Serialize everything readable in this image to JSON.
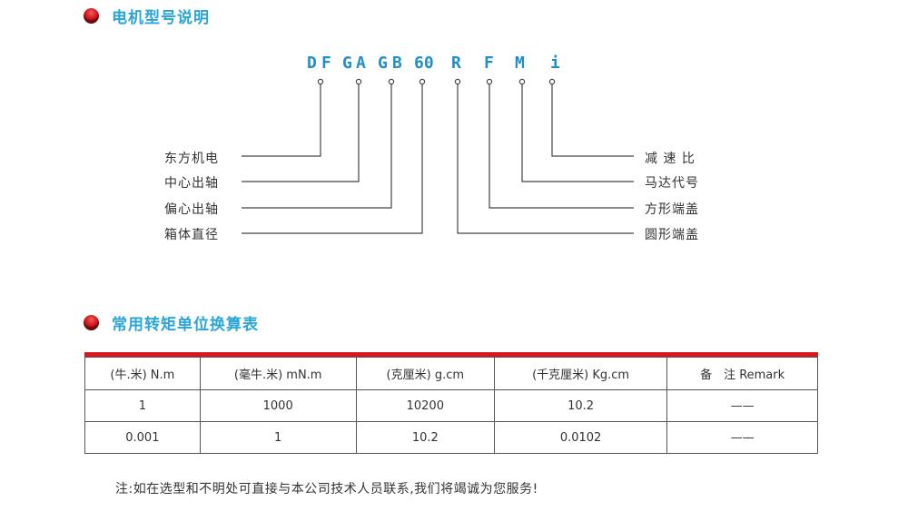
{
  "section1": {
    "title": "电机型号说明"
  },
  "model_code": {
    "chars": [
      "D",
      "F",
      "G",
      "A",
      "G",
      "B",
      "60",
      "R",
      "F",
      "M",
      "i"
    ]
  },
  "left_labels": [
    "东方机电",
    "中心出轴",
    "偏心出轴",
    "箱体直径"
  ],
  "right_labels": [
    "减 速 比",
    "马达代号",
    "方形端盖",
    "圆形端盖"
  ],
  "section2": {
    "title": "常用转矩单位换算表"
  },
  "table": {
    "headers": [
      "(牛.米) N.m",
      "(毫牛.米) mN.m",
      "(克厘米) g.cm",
      "(千克厘米) Kg.cm",
      "备　注 Remark"
    ],
    "rows": [
      [
        "1",
        "1000",
        "10200",
        "10.2",
        "——"
      ],
      [
        "0.001",
        "1",
        "10.2",
        "0.0102",
        "——"
      ]
    ]
  },
  "note": "注:如在选型和不明处可直接与本公司技术人员联系,我们将竭诚为您服务!",
  "colors": {
    "accent_blue": "#1f8fc9",
    "table_red": "#d8171f"
  }
}
